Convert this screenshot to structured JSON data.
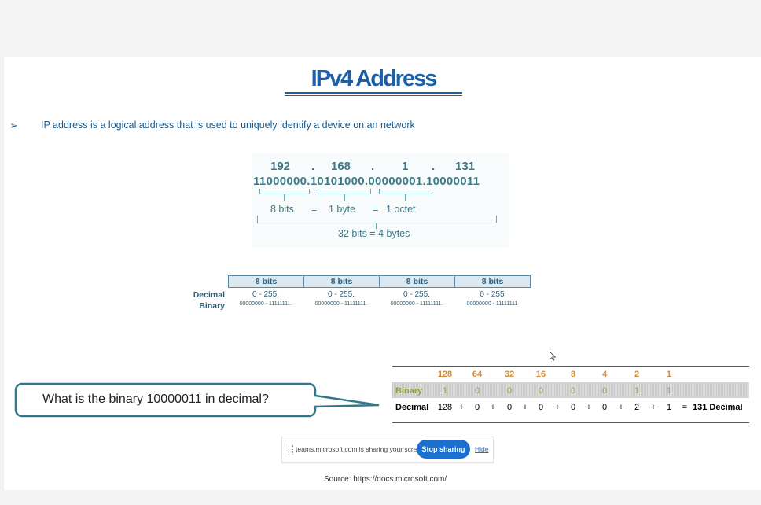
{
  "slide": {
    "title": "IPv4 Address",
    "bullet": "IP address is a logical address that is used to uniquely identify a device on an network",
    "source": "Source: https://docs.microsoft.com/"
  },
  "ip_diagram": {
    "octets": [
      "192",
      "168",
      "1",
      "131"
    ],
    "dots": ".",
    "binary": "11000000.10101000.00000001.10000011",
    "eq": "=",
    "label_bits": "8 bits",
    "label_byte": "1 byte",
    "label_octet": "1 octet",
    "label_total": "32 bits = 4 bytes"
  },
  "octet_table": {
    "headers": [
      "8 bits",
      "8 bits",
      "8 bits",
      "8 bits"
    ],
    "decimal_label": "Decimal",
    "binary_label": "Binary",
    "decimal_ranges": [
      "0 - 255.",
      "0 - 255.",
      "0 - 255.",
      "0 - 255"
    ],
    "binary_ranges": [
      "00000000 - 11111111.",
      "00000000 - 11111111.",
      "00000000 - 11111111.",
      "00000000 - 11111111"
    ]
  },
  "conversion": {
    "powers": [
      "128",
      "64",
      "32",
      "16",
      "8",
      "4",
      "2",
      "1"
    ],
    "binary_label": "Binary",
    "binary_bits": [
      "1",
      "0",
      "0",
      "0",
      "0",
      "0",
      "1",
      "1"
    ],
    "decimal_label": "Decimal",
    "decimal_values": [
      "128",
      "0",
      "0",
      "0",
      "0",
      "0",
      "2",
      "1"
    ],
    "plus": "+",
    "equals": "=",
    "result": "131 Decimal"
  },
  "callout": {
    "question": "What is the binary 10000011 in decimal?"
  },
  "share_bar": {
    "message": "teams.microsoft.com is sharing your screen.",
    "stop_label": "Stop sharing",
    "hide_label": "Hide"
  },
  "icons": {
    "bullet": "arrow-bullet-icon",
    "cursor": "mouse-cursor-icon",
    "grip": "drag-grip-icon"
  },
  "colors": {
    "title": "#1f5fa6",
    "diagram": "#3c7a86",
    "powers": "#d08a3a",
    "binary": "#8aa53a",
    "stop_button": "#1c6fcc"
  }
}
